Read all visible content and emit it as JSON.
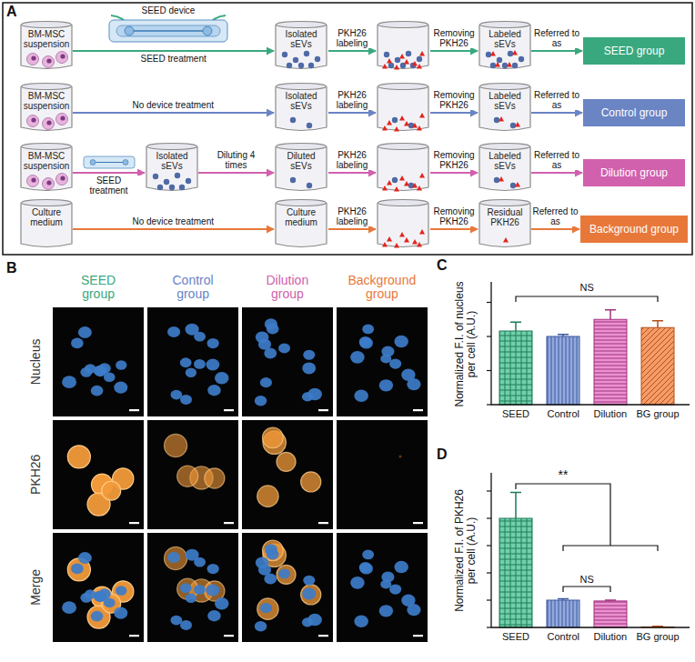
{
  "diagram": {
    "nodes": [
      {
        "text": [
          "BM-MSC suspension"
        ]
      },
      {
        "text": [
          "Isolated sEVs"
        ]
      },
      {
        "text": [
          "Labeled sEVs"
        ]
      },
      {
        "text": [
          "SEED group"
        ]
      },
      {
        "text": [
          "BM-MSC suspension"
        ]
      },
      {
        "text": [
          "Isolated sEVs"
        ]
      },
      {
        "text": [
          "Labeled sEVs"
        ]
      },
      {
        "text": [
          "Control group"
        ]
      },
      {
        "text": [
          "BM-MSC suspension"
        ]
      },
      {
        "text": [
          "Isolated sEVs"
        ]
      },
      {
        "text": [
          "Diluted sEVs"
        ]
      },
      {
        "text": [
          "Labeled sEVs"
        ]
      },
      {
        "text": [
          "Dilution group"
        ]
      },
      {
        "text": [
          "Culture medium"
        ]
      },
      {
        "text": [
          "Culture medium"
        ]
      },
      {
        "text": [
          "Residual PKH26"
        ]
      },
      {
        "text": [
          "Background group"
        ]
      }
    ],
    "edges": [
      {
        "from": 0,
        "to": 1,
        "arrow": "to",
        "label": "SEED treatment"
      },
      {
        "from": 2,
        "to": 3,
        "arrow": "to",
        "label": "Referred to as"
      },
      {
        "from": 4,
        "to": 5,
        "arrow": "to",
        "label": "No device treatment"
      },
      {
        "from": 6,
        "to": 7,
        "arrow": "to",
        "label": "Referred to as"
      },
      {
        "from": 8,
        "to": 9,
        "arrow": "to",
        "label": "SEED treatment"
      },
      {
        "from": 9,
        "to": 10,
        "arrow": "to",
        "label": "Diluting 4 times"
      },
      {
        "from": 11,
        "to": 12,
        "arrow": "to",
        "label": "Referred to as"
      },
      {
        "from": 13,
        "to": 14,
        "arrow": "to",
        "label": "No device treatment"
      },
      {
        "from": 15,
        "to": 16,
        "arrow": "to",
        "label": "Referred to as"
      }
    ],
    "labels": [
      "A",
      "SEED device",
      "PKH26 labeling",
      "Removing PKH26",
      "PKH26 labeling",
      "Removing PKH26",
      "PKH26 labeling",
      "Removing PKH26",
      "PKH26 labeling",
      "Removing PKH26",
      "B",
      "SEED group",
      "Control group",
      "Dilution group",
      "Background group",
      "Nucleus",
      "PKH26",
      "Merge",
      "C",
      "Normalized F.I. of nucleus per cell (A.U.)",
      "SEED",
      "Control",
      "Dilution",
      "BG group",
      "NS",
      "D",
      "Normalized F.I. of PKH26 per cell (A.U.)",
      "SEED",
      "Control",
      "Dilution",
      "BG group",
      "**",
      "NS"
    ]
  }
}
